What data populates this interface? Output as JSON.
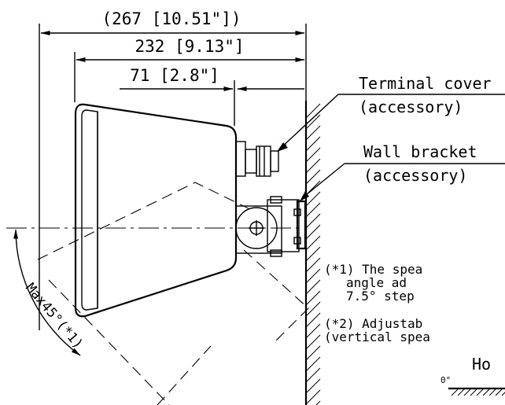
{
  "dimensions": {
    "overall": "(267 [10.51\"])",
    "body_depth": "232 [9.13\"]",
    "bracket_offset": "71 [2.8\"]"
  },
  "callouts": {
    "terminal_cover": {
      "line1": "Terminal cover",
      "line2": "(accessory)"
    },
    "wall_bracket": {
      "line1": "Wall bracket",
      "line2": "(accessory)"
    }
  },
  "angle_label": "Max45°(*1)",
  "notes": {
    "note1": [
      "(*1) The spea",
      "angle ad",
      "7.5° step"
    ],
    "note2": [
      "(*2) Adjustab",
      "(vertical spea"
    ]
  },
  "footer": {
    "partial_label": "Ho",
    "zero_label": "0°"
  },
  "colors": {
    "line": "#000000",
    "background": "#ffffff"
  }
}
